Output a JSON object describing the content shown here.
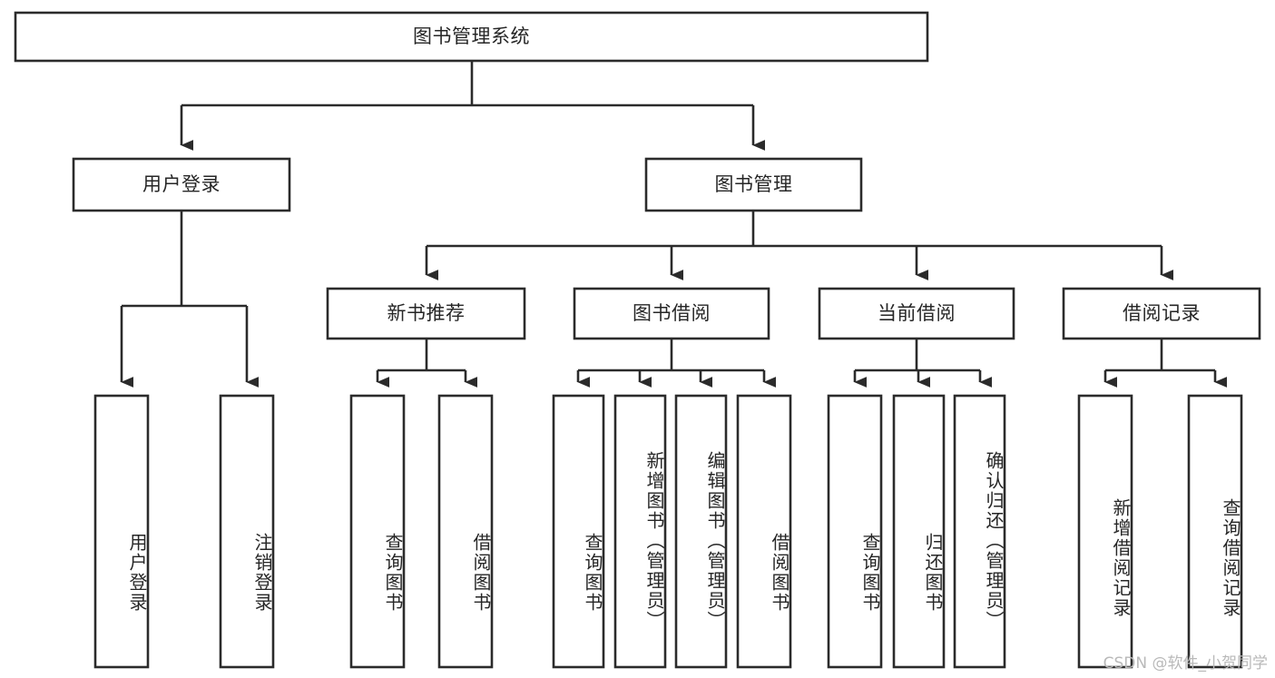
{
  "diagram": {
    "type": "tree-hierarchy",
    "title": "图书管理系统",
    "watermark": "CSDN @软件_小贺同学",
    "colors": {
      "box_stroke": "#2b2b2b",
      "box_fill": "#ffffff",
      "text": "#262626",
      "background": "#ffffff",
      "watermark": "#b9b9b9"
    },
    "levels": {
      "root": "图书管理系统",
      "level2": [
        "用户登录",
        "图书管理"
      ],
      "level3": [
        "新书推荐",
        "图书借阅",
        "当前借阅",
        "借阅记录"
      ]
    },
    "nodes": {
      "root": {
        "label": "图书管理系统",
        "orientation": "horizontal"
      },
      "user_login": {
        "label": "用户登录",
        "orientation": "horizontal"
      },
      "book_manage": {
        "label": "图书管理",
        "orientation": "horizontal"
      },
      "new_book_rec": {
        "label": "新书推荐",
        "orientation": "horizontal"
      },
      "book_borrow": {
        "label": "图书借阅",
        "orientation": "horizontal"
      },
      "current_borrow": {
        "label": "当前借阅",
        "orientation": "horizontal"
      },
      "borrow_record": {
        "label": "借阅记录",
        "orientation": "horizontal"
      },
      "leaf_user_login": {
        "label": "用户登录",
        "orientation": "vertical"
      },
      "leaf_logout": {
        "label": "注销登录",
        "orientation": "vertical"
      },
      "leaf_query_book_1": {
        "label": "查询图书",
        "orientation": "vertical"
      },
      "leaf_borrow_book_1": {
        "label": "借阅图书",
        "orientation": "vertical"
      },
      "leaf_query_book_2": {
        "label": "查询图书",
        "orientation": "vertical"
      },
      "leaf_add_book": {
        "label": "新增图书（管理员）",
        "orientation": "vertical"
      },
      "leaf_edit_book": {
        "label": "编辑图书（管理员）",
        "orientation": "vertical"
      },
      "leaf_borrow_book_2": {
        "label": "借阅图书",
        "orientation": "vertical"
      },
      "leaf_query_book_3": {
        "label": "查询图书",
        "orientation": "vertical"
      },
      "leaf_return_book": {
        "label": "归还图书",
        "orientation": "vertical"
      },
      "leaf_confirm_return": {
        "label": "确认归还（管理员）",
        "orientation": "vertical"
      },
      "leaf_add_record": {
        "label": "新增借阅记录",
        "orientation": "vertical"
      },
      "leaf_query_record": {
        "label": "查询借阅记录",
        "orientation": "vertical"
      }
    },
    "edges": [
      {
        "from": "root",
        "to": "用户登录"
      },
      {
        "from": "root",
        "to": "图书管理"
      },
      {
        "from": "用户登录",
        "to": "用户登录(叶)"
      },
      {
        "from": "用户登录",
        "to": "注销登录"
      },
      {
        "from": "图书管理",
        "to": "新书推荐"
      },
      {
        "from": "图书管理",
        "to": "图书借阅"
      },
      {
        "from": "图书管理",
        "to": "当前借阅"
      },
      {
        "from": "图书管理",
        "to": "借阅记录"
      },
      {
        "from": "新书推荐",
        "to": "查询图书"
      },
      {
        "from": "新书推荐",
        "to": "借阅图书"
      },
      {
        "from": "图书借阅",
        "to": "查询图书"
      },
      {
        "from": "图书借阅",
        "to": "新增图书（管理员）"
      },
      {
        "from": "图书借阅",
        "to": "编辑图书（管理员）"
      },
      {
        "from": "图书借阅",
        "to": "借阅图书"
      },
      {
        "from": "当前借阅",
        "to": "查询图书"
      },
      {
        "from": "当前借阅",
        "to": "归还图书"
      },
      {
        "from": "当前借阅",
        "to": "确认归还（管理员）"
      },
      {
        "from": "借阅记录",
        "to": "新增借阅记录"
      },
      {
        "from": "借阅记录",
        "to": "查询借阅记录"
      }
    ]
  }
}
